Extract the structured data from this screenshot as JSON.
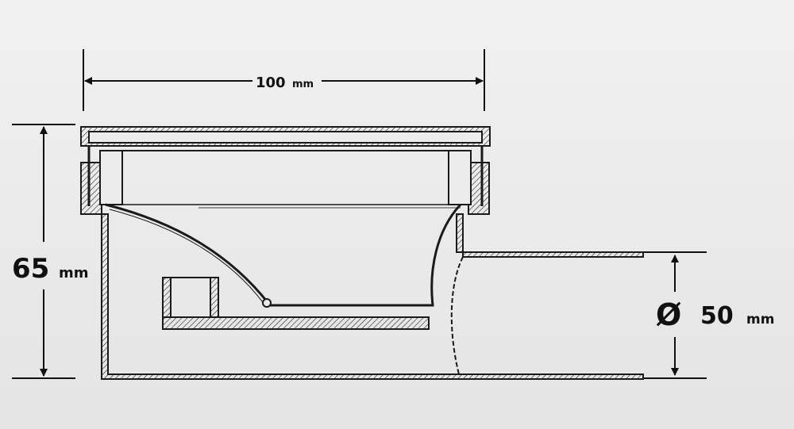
{
  "dimensions": {
    "width": {
      "value": "100",
      "unit": "mm"
    },
    "height": {
      "value": "65",
      "unit": "mm"
    },
    "outlet": {
      "symbol": "Ø",
      "value": "50",
      "unit": "mm"
    }
  },
  "colors": {
    "line": "#1a1a1a",
    "background": "#ebebeb"
  }
}
